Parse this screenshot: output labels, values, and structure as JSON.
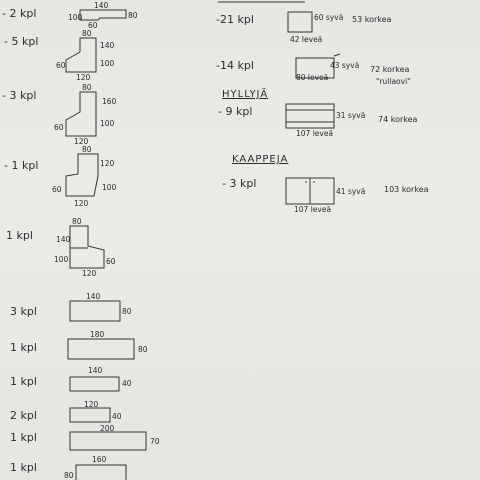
{
  "left_column": [
    {
      "count": "- 2 kpl",
      "dims": {
        "top": "140",
        "left": "100",
        "bottom": "60",
        "right": "80"
      }
    },
    {
      "count": "- 5 kpl",
      "dims": {
        "top": "80",
        "right_top": "140",
        "left": "60",
        "right": "100",
        "bottom": "120"
      }
    },
    {
      "count": "- 3 kpl",
      "dims": {
        "top": "80",
        "right_top": "160",
        "left": "60",
        "right": "100",
        "bottom": "120"
      }
    },
    {
      "count": "- 1 kpl",
      "dims": {
        "top": "80",
        "right_top": "120",
        "left": "60",
        "right": "100",
        "bottom": "120"
      }
    },
    {
      "count": "1 kpl",
      "dims": {
        "top": "80",
        "left_top": "140",
        "left": "100",
        "right": "60",
        "bottom": "120"
      }
    },
    {
      "count": "3 kpl",
      "dims": {
        "top": "140",
        "right": "80"
      }
    },
    {
      "count": "1 kpl",
      "dims": {
        "top": "180",
        "right": "80"
      }
    },
    {
      "count": "1 kpl",
      "dims": {
        "top": "140",
        "right": "40"
      }
    },
    {
      "count": "2 kpl",
      "dims": {
        "top": "120",
        "right": "40"
      }
    },
    {
      "count": "1 kpl",
      "dims": {
        "top": "200",
        "right": "70"
      }
    },
    {
      "count": "1 kpl",
      "dims": {
        "top": "160",
        "left": "80"
      }
    }
  ],
  "right_column": {
    "item1": {
      "count": "-21 kpl",
      "depth": "60 syvä",
      "height": "53 korkea",
      "width": "42 leveä"
    },
    "item2": {
      "count": "-14 kpl",
      "depth": "43 syvä",
      "height": "72 korkea",
      "width": "80 leveä",
      "note": "\"rullaovi\""
    },
    "shelves": {
      "heading": "HYLLYJÄ",
      "count": "- 9 kpl",
      "depth": "31 syvä",
      "height": "74 korkea",
      "width": "107 leveä"
    },
    "cabinets": {
      "heading": "KAAPPEJA",
      "count": "- 3 kpl",
      "depth": "41 syvä",
      "height": "103 korkea",
      "width": "107 leveä"
    }
  }
}
